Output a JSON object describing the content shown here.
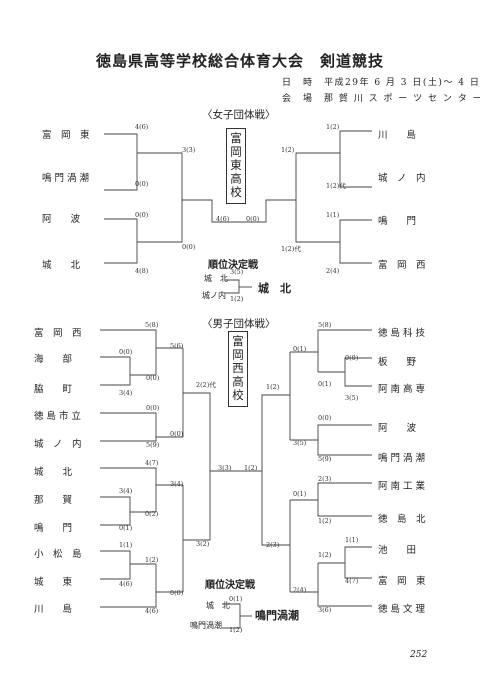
{
  "title": "徳島県高等学校総合体育大会　剣道競技",
  "date_line": "日　時　平成29年 6 月 3 日(土)～ 4 日(日)",
  "venue_line": "会　場　那 賀 川 ス ポ ー ツ セ ン タ ー",
  "women": {
    "heading": "〈女子団体戦〉",
    "left_teams": [
      "富　岡　東",
      "鳴 門 渦 潮",
      "阿　　波",
      "城　　北"
    ],
    "right_teams": [
      "川　　島",
      "城　ノ　内",
      "鳴　　門",
      "富　岡　西"
    ],
    "scores": {
      "l1": "4(6)",
      "l2": "0(0)",
      "l3": "0(0)",
      "l4": "4(8)",
      "lsemi_top": "3(3)",
      "lsemi_bot": "0(0)",
      "final_left": "4(6)",
      "final_right": "0(0)",
      "rsemi_top": "1(2)",
      "rsemi_bot": "1(2)代",
      "r1": "1(2)",
      "r2": "1(2)代",
      "r3": "1(1)",
      "r4": "2(4)"
    },
    "winner": "富岡東高校",
    "placement": {
      "heading": "順位決定戦",
      "team_a": "城　北",
      "team_b": "城ノ内",
      "score_a": "3(5)",
      "score_b": "1(2)",
      "result": "城　北"
    }
  },
  "men": {
    "heading": "〈男子団体戦〉",
    "left_teams": [
      "富　岡　西",
      "海　　部",
      "脇　　町",
      "徳 島 市 立",
      "城　ノ　内",
      "城　　北",
      "那　　賀",
      "鳴　　門",
      "小　松　島",
      "城　　東",
      "川　　島"
    ],
    "right_teams": [
      "徳 島 科 技",
      "板　　野",
      "阿 南 高 専",
      "阿　　波",
      "鳴 門 渦 潮",
      "阿 南 工 業",
      "徳　島　北",
      "池　　田",
      "富　岡　東",
      "徳 島 文 理"
    ],
    "scores": {
      "lt1": "5(8)",
      "lq_haifu": "0(0)",
      "lq_wak": "3(4)",
      "lq_r2a": "0(0)",
      "lr2": "5(6)",
      "lt_shiritsu": "0(0)",
      "lt_jonouchi": "5(9)",
      "lr2b": "0(0)",
      "lsemi_a": "2(2)代",
      "lt_johoku": "4(7)",
      "lq_naka": "3(4)",
      "lq_naruto": "0(1)",
      "lr_naka": "0(2)",
      "lr_johoku": "3(4)",
      "lt_komatsu": "1(1)",
      "lq_jotou": "4(6)",
      "lr_jotou": "1(2)",
      "lt_kawa": "4(6)",
      "lr_kawa": "0(0)",
      "lsemi_b": "3(2)",
      "final_left": "3(3)",
      "final_right": "1(2)",
      "rt_kagi": "5(8)",
      "rq_itano": "0(0)",
      "rq_anan": "3(5)",
      "rr_itano": "0(1)",
      "rr_kagi": "0(1)",
      "rt_awa": "0(0)",
      "rt_uzu": "5(9)",
      "rr_awa": "3(5)",
      "rsemi_a": "1(2)",
      "rt_ananko": "2(3)",
      "rt_kita": "1(2)",
      "rr_ananko": "0(1)",
      "rt_ikeda": "1(1)",
      "rt_tomioka": "4(7)",
      "rr_ikeda": "1(2)",
      "rt_bunri": "3(6)",
      "rr_bunri": "2(4)",
      "rsemi_b": "2(3)"
    },
    "winner": "富岡西高校",
    "placement": {
      "heading": "順位決定戦",
      "team_a": "城　北",
      "team_b": "鳴門渦潮",
      "score_a": "0(1)",
      "score_b": "1(2)",
      "result": "鳴門渦潮"
    }
  },
  "page_number": "252"
}
